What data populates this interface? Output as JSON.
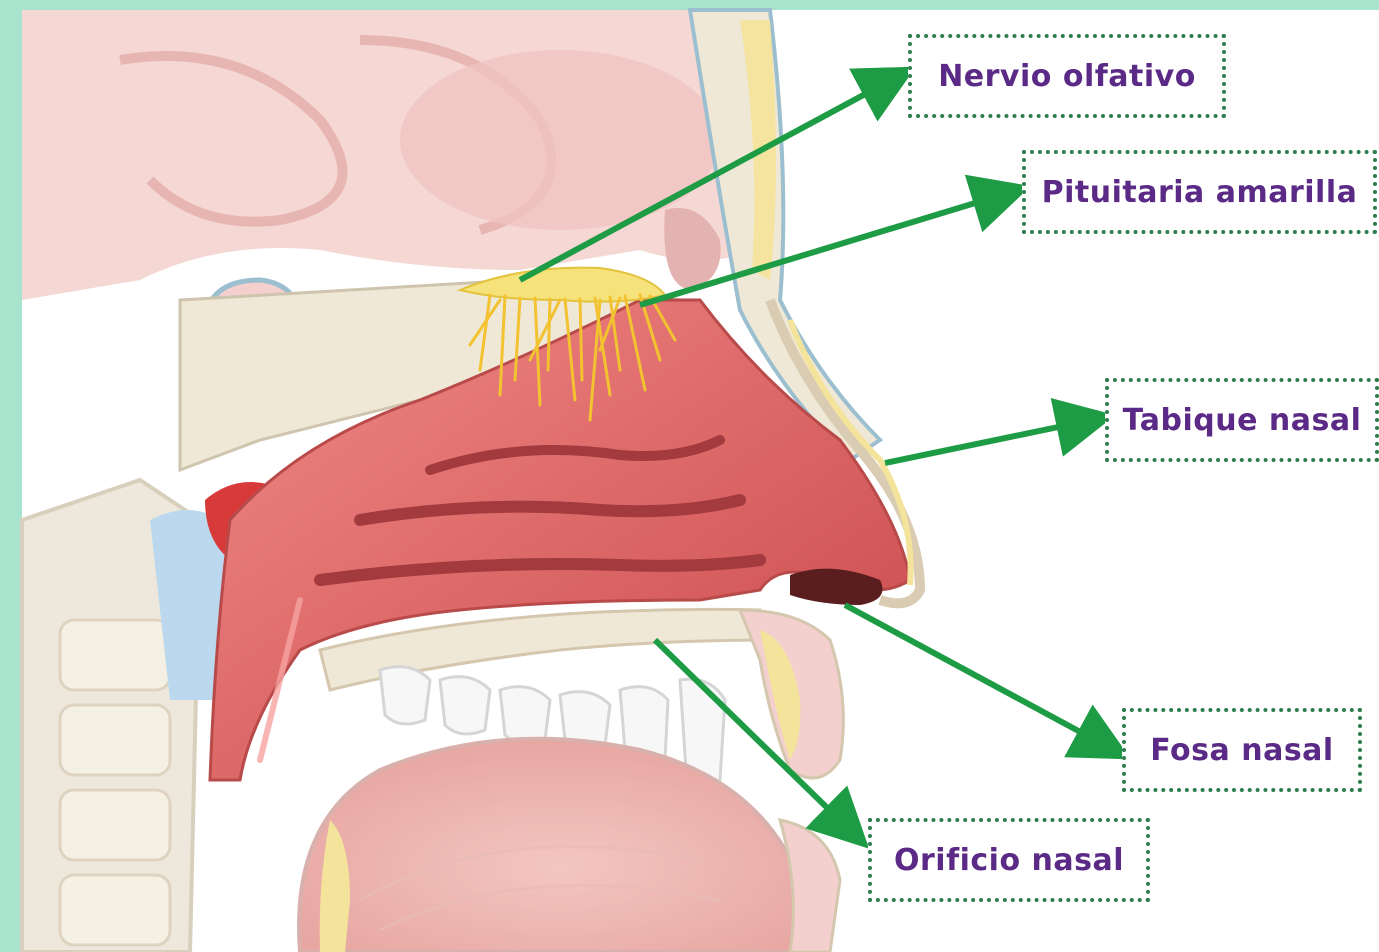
{
  "labels": {
    "nervio_olfativo": "Nervio olfativo",
    "pituitaria_amarilla": "Pituitaria amarilla",
    "tabique_nasal": "Tabique nasal",
    "fosa_nasal": "Fosa nasal",
    "orificio_nasal": "Orificio nasal"
  },
  "colors": {
    "background": "#a8e3cd",
    "arrow": "#1e9b45",
    "label_text": "#5b2a86",
    "label_border": "#2e7d4f",
    "mucosa": "#e06a6a",
    "olfactory_nerve": "#f2c230",
    "bone": "#efe8d6",
    "brain": "#f2c7c4"
  }
}
